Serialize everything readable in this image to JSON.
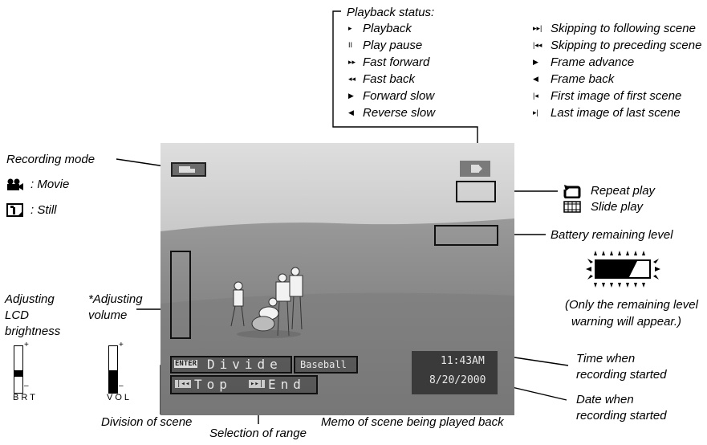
{
  "playback_status": {
    "title": "Playback status:",
    "left_items": [
      {
        "icon": "▸",
        "label": "Playback"
      },
      {
        "icon": "II",
        "label": "Play pause"
      },
      {
        "icon": "▸▸",
        "label": "Fast forward"
      },
      {
        "icon": "◂◂",
        "label": "Fast back"
      },
      {
        "icon": "▶",
        "label": "Forward slow"
      },
      {
        "icon": "◀",
        "label": "Reverse slow"
      }
    ],
    "right_items": [
      {
        "icon": "▸▸|",
        "label": "Skipping to following scene"
      },
      {
        "icon": "|◂◂",
        "label": "Skipping to preceding scene"
      },
      {
        "icon": "▶",
        "label": "Frame advance"
      },
      {
        "icon": "◀",
        "label": "Frame back"
      },
      {
        "icon": "|◂",
        "label": "First image of first scene"
      },
      {
        "icon": "▸|",
        "label": "Last image of last scene"
      }
    ]
  },
  "recording_mode": {
    "title": "Recording mode",
    "movie_label": ": Movie",
    "still_label": ": Still"
  },
  "repeat": {
    "repeat_label": "Repeat play",
    "slide_label": "Slide play"
  },
  "battery": {
    "title": "Battery remaining level",
    "note_line1": "(Only the remaining level",
    "note_line2": "warning will appear.)"
  },
  "lcd": {
    "line1": "Adjusting",
    "line2": "LCD",
    "line3": "brightness",
    "scale_label": "BRT",
    "plus": "+",
    "minus": "–"
  },
  "volume": {
    "line1": "*Adjusting",
    "line2": "volume",
    "scale_label": "VOL",
    "plus": "+",
    "minus": "–"
  },
  "screen": {
    "enter_tag": "ENTER",
    "divide_text": "Divide",
    "memo_text": "Baseball",
    "top_text": "Top",
    "end_text": "End",
    "time": "11:43AM",
    "date": "8/20/2000"
  },
  "callouts": {
    "time_line1": "Time when",
    "time_line2": "recording started",
    "date_line1": "Date when",
    "date_line2": "recording started",
    "division": "Division of scene",
    "selection": "Selection of range",
    "memo": "Memo of scene being played back"
  }
}
